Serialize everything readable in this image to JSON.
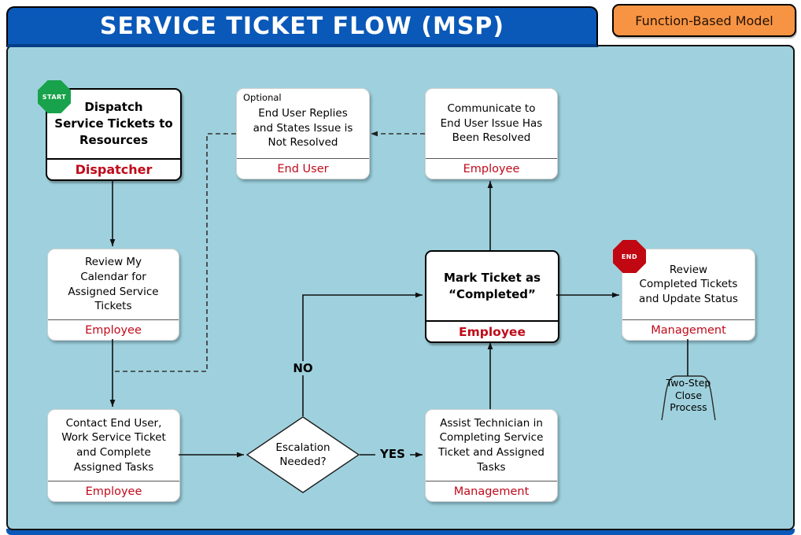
{
  "header": {
    "title": "SERVICE TICKET FLOW (MSP)",
    "model_tag": "Function-Based Model"
  },
  "colors": {
    "header_blue": "#0a58b8",
    "canvas_blue": "#9ed1dd",
    "tag_orange": "#f79443",
    "role_red": "#c00a1a",
    "start_green": "#18a24b",
    "end_red": "#c00712"
  },
  "nodes": [
    {
      "id": "dispatch",
      "badge": "START",
      "title": "Dispatch\nService Tickets to\nResources",
      "role": "Dispatcher"
    },
    {
      "id": "end-user-replies",
      "tag": "Optional",
      "title": "End User Replies\nand States Issue is\nNot Resolved",
      "role": "End User"
    },
    {
      "id": "communicate-resolved",
      "title": "Communicate to\nEnd User Issue Has\nBeen Resolved",
      "role": "Employee"
    },
    {
      "id": "review-calendar",
      "title": "Review My\nCalendar for\nAssigned Service\nTickets",
      "role": "Employee"
    },
    {
      "id": "mark-completed",
      "title": "Mark Ticket as\n“Completed”",
      "role": "Employee"
    },
    {
      "id": "review-completed",
      "badge": "END",
      "title": "Review\nCompleted Tickets\nand Update Status",
      "role": "Management"
    },
    {
      "id": "contact-end-user",
      "title": "Contact End User,\nWork Service Ticket\nand Complete\nAssigned Tasks",
      "role": "Employee"
    },
    {
      "id": "assist-technician",
      "title": "Assist Technician in\nCompleting Service\nTicket and Assigned\nTasks",
      "role": "Management"
    }
  ],
  "decision": {
    "label": "Escalation\nNeeded?",
    "no_label": "NO",
    "yes_label": "YES"
  },
  "offpage": {
    "label": "Two-Step\nClose\nProcess"
  },
  "edges": [
    {
      "from": "dispatch",
      "to": "review-calendar",
      "style": "solid"
    },
    {
      "from": "review-calendar",
      "to": "contact-end-user",
      "style": "solid"
    },
    {
      "from": "contact-end-user",
      "to": "escalation-decision",
      "style": "solid"
    },
    {
      "from": "escalation-decision",
      "to": "mark-completed",
      "style": "solid",
      "label": "NO"
    },
    {
      "from": "escalation-decision",
      "to": "assist-technician",
      "style": "solid",
      "label": "YES"
    },
    {
      "from": "assist-technician",
      "to": "mark-completed",
      "style": "solid"
    },
    {
      "from": "mark-completed",
      "to": "communicate-resolved",
      "style": "solid"
    },
    {
      "from": "mark-completed",
      "to": "review-completed",
      "style": "solid"
    },
    {
      "from": "review-completed",
      "to": "two-step-close-process",
      "style": "solid"
    },
    {
      "from": "communicate-resolved",
      "to": "end-user-replies",
      "style": "dashed"
    },
    {
      "from": "end-user-replies",
      "to": "contact-end-user",
      "style": "dashed"
    }
  ]
}
